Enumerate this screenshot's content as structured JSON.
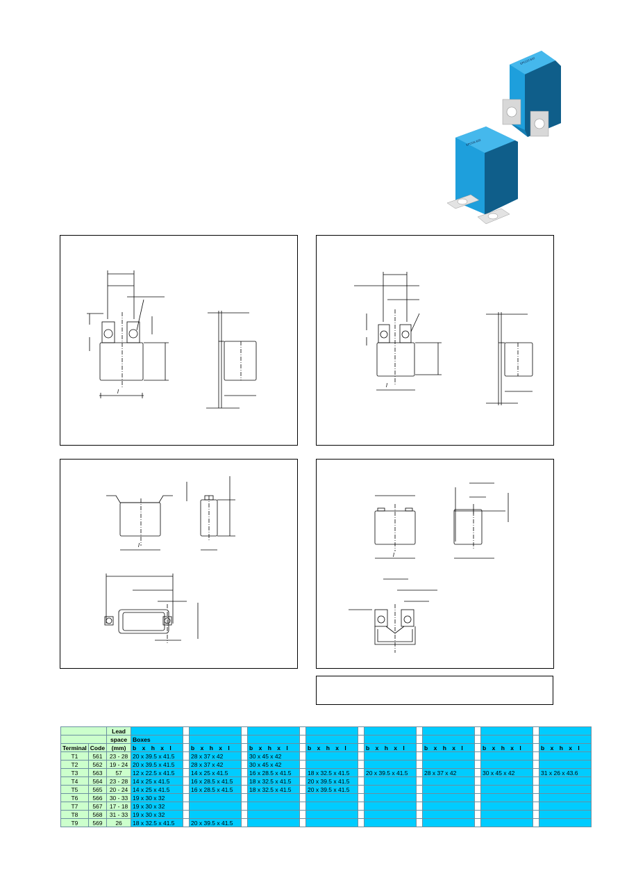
{
  "colors": {
    "table_header_green": "#ccffcc",
    "table_cell_blue": "#00ccff",
    "capacitor_blue": "#1e9fdc"
  },
  "table": {
    "head": {
      "lead": "Lead",
      "space": "space",
      "mm": "(mm)",
      "boxes": "Boxes",
      "terminal": "Terminal",
      "code": "Code"
    },
    "box_cols": [
      "b",
      "x",
      "h",
      "x",
      "l"
    ],
    "rows": [
      {
        "terminal": "T1",
        "code": "561",
        "space": "23 - 28",
        "boxes": [
          "20 x 39.5 x 41.5",
          "28 x 37 x 42",
          "30 x 45 x 42",
          "",
          "",
          "",
          "",
          ""
        ]
      },
      {
        "terminal": "T2",
        "code": "562",
        "space": "19 - 24",
        "boxes": [
          "20 x 39.5 x 41.5",
          "28 x 37 x 42",
          "30 x 45 x 42",
          "",
          "",
          "",
          "",
          ""
        ]
      },
      {
        "terminal": "T3",
        "code": "563",
        "space": "57",
        "boxes": [
          "12 x 22.5 x 41.5",
          "14 x 25 x 41.5",
          "16 x 28.5 x 41.5",
          "18 x 32.5 x 41.5",
          "20 x 39.5 x 41.5",
          "28 x 37 x 42",
          "30 x 45 x 42",
          "31 x 26 x 43.6"
        ]
      },
      {
        "terminal": "T4",
        "code": "564",
        "space": "23 - 28",
        "boxes": [
          "14 x 25 x 41.5",
          "16 x 28.5 x 41.5",
          "18 x 32.5 x 41.5",
          "20 x 39.5 x 41.5",
          "",
          "",
          "",
          ""
        ]
      },
      {
        "terminal": "T5",
        "code": "565",
        "space": "20 - 24",
        "boxes": [
          "14 x 25 x 41.5",
          "16 x 28.5 x 41.5",
          "18 x 32.5 x 41.5",
          "20 x 39.5 x 41.5",
          "",
          "",
          "",
          ""
        ]
      },
      {
        "terminal": "T6",
        "code": "566",
        "space": "30 - 33",
        "boxes": [
          "19 x 30 x 32",
          "",
          "",
          "",
          "",
          "",
          "",
          ""
        ]
      },
      {
        "terminal": "T7",
        "code": "567",
        "space": "17 - 18",
        "boxes": [
          "19 x 30 x 32",
          "",
          "",
          "",
          "",
          "",
          "",
          ""
        ]
      },
      {
        "terminal": "T8",
        "code": "568",
        "space": "31 - 33",
        "boxes": [
          "19 x 30 x 32",
          "",
          "",
          "",
          "",
          "",
          "",
          ""
        ]
      },
      {
        "terminal": "T9",
        "code": "569",
        "space": "26",
        "boxes": [
          "18 x 32.5 x 41.5",
          "20 x 39.5 x 41.5",
          "",
          "",
          "",
          "",
          "",
          ""
        ]
      }
    ]
  },
  "drawings": {
    "length_label": "l"
  }
}
